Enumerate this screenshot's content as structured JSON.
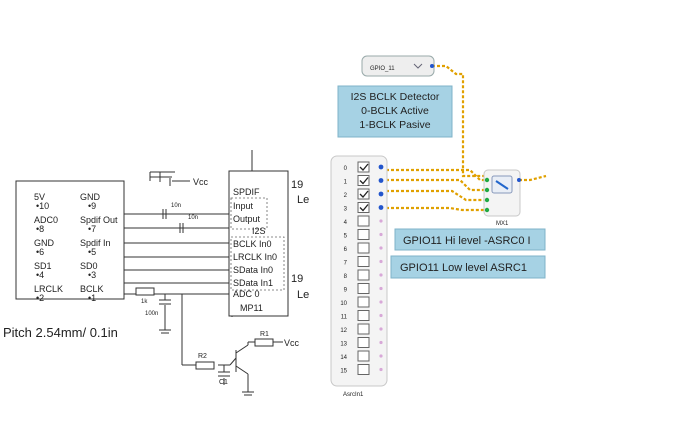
{
  "connector": {
    "pins_left": [
      {
        "name": "5V",
        "num": "•10"
      },
      {
        "name": "ADC0",
        "num": "•8"
      },
      {
        "name": "GND",
        "num": "•6"
      },
      {
        "name": "SD1",
        "num": "•4"
      },
      {
        "name": "LRCLK",
        "num": "•2"
      }
    ],
    "pins_right": [
      {
        "name": "GND",
        "num": "•9"
      },
      {
        "name": "Spdif Out",
        "num": "•7"
      },
      {
        "name": "Spdif In",
        "num": "•5"
      },
      {
        "name": "SD0",
        "num": "•3"
      },
      {
        "name": "BCLK",
        "num": "•1"
      }
    ],
    "pitch": "Pitch 2.54mm/ 0.1in"
  },
  "schematic": {
    "vcc_top": "Vcc",
    "vcc_right": "Vcc",
    "cap1": "10n",
    "cap2": "10n",
    "res_1k": "1k",
    "cap_100n": "100n",
    "r1": "R1",
    "r2": "R2",
    "c1": "C1",
    "chip_name": "MP11",
    "block_spdif": "SPDIF",
    "spdif_pins": [
      "Input",
      "Output"
    ],
    "block_i2s": "I2S",
    "i2s_pins": [
      "BCLK In0",
      "LRCLK In0",
      "SData In0",
      "SData In1"
    ],
    "adc": "ADC 0",
    "pin19_a": "19",
    "pin19_b": "19",
    "le_a": "Le",
    "le_b": "Le"
  },
  "dsp": {
    "gpio_select": "GPIO_11",
    "note_lines": [
      "I2S BCLK Detector",
      "0-BCLK Active",
      "1-BCLK Pasive"
    ],
    "asrc_channels": [
      "0",
      "1",
      "2",
      "3",
      "4",
      "5",
      "6",
      "7",
      "8",
      "9",
      "10",
      "11",
      "12",
      "13",
      "14",
      "15"
    ],
    "asrc_checked": [
      true,
      true,
      true,
      true,
      false,
      false,
      false,
      false,
      false,
      false,
      false,
      false,
      false,
      false,
      false,
      false
    ],
    "asrc_name": "AsrcIn1",
    "mux_name": "MX1",
    "label_hi": "GPIO11 Hi level -ASRC0 I",
    "label_lo": "GPIO11 Low level ASRC1",
    "colors": {
      "note_bg": "#a6d2e4",
      "wire": "#e0a000",
      "pin": "#2255cc",
      "mux_arrow": "#2266cc"
    }
  }
}
